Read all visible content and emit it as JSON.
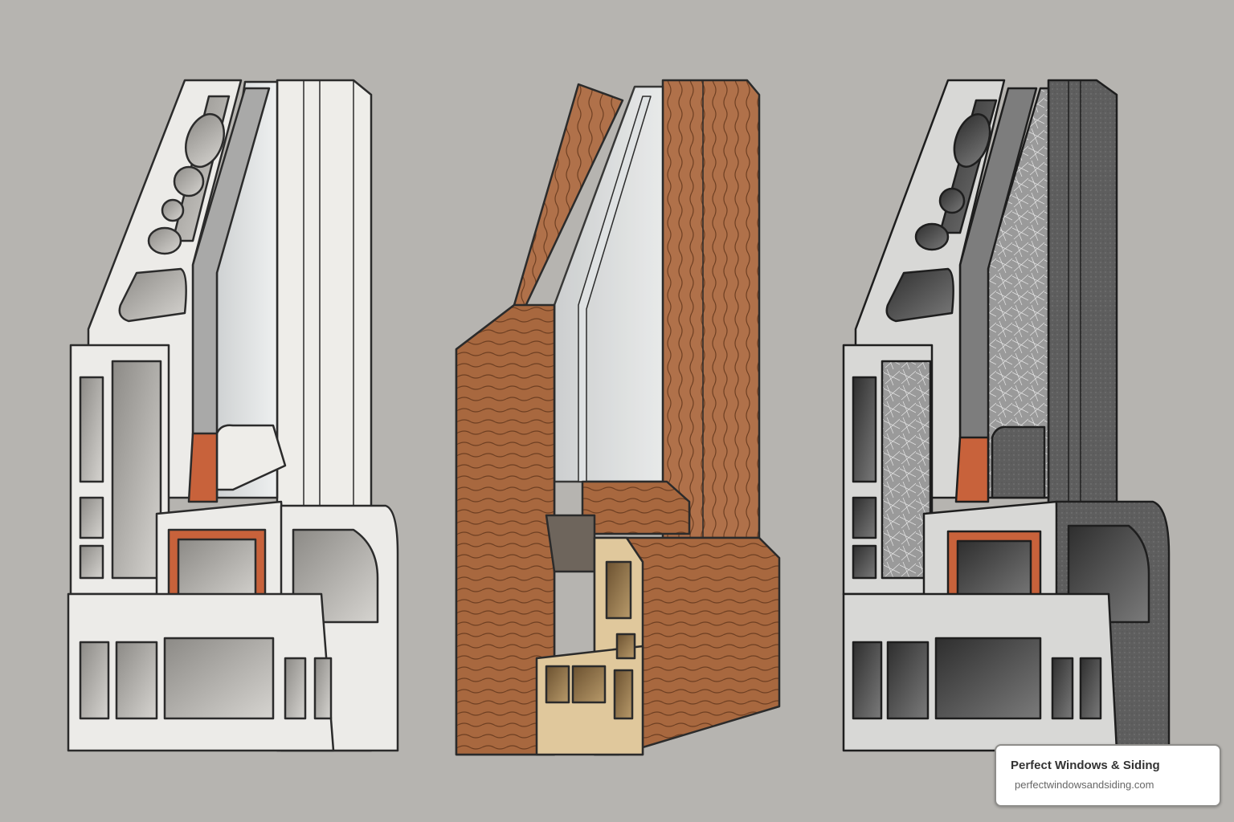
{
  "scene": {
    "description": "Three window frame cross-section illustrations side by side",
    "background_color": "#b6b4b0",
    "profiles": [
      {
        "id": "vinyl",
        "material": "white vinyl (uPVC) multi-chamber frame",
        "main_color": "#ecebe8",
        "accent_color": "#c8623b"
      },
      {
        "id": "wood",
        "material": "wood frame with double glazing",
        "main_color": "#a8683f",
        "accent_color": "#e0c89c"
      },
      {
        "id": "composite",
        "material": "dark grey fiberglass/composite frame with insulation",
        "main_color": "#5e5e5e",
        "accent_color": "#c8623b"
      }
    ]
  },
  "watermark": {
    "title": "Perfect Windows & Siding",
    "url": "perfectwindowsandsiding.com"
  }
}
